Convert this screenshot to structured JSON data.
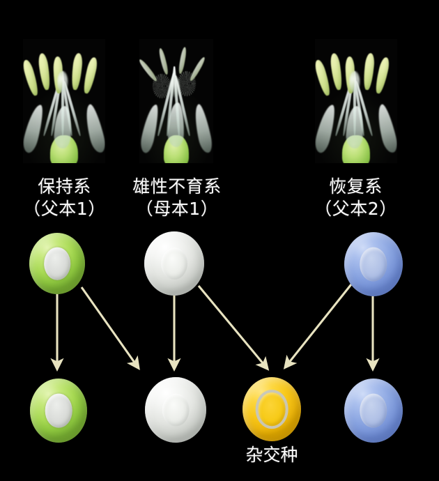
{
  "figure": {
    "background_color": "#000000",
    "arrow_color": "#e8e3c0"
  },
  "photos": [
    {
      "id": "maintainer-flower",
      "alt_name": "maintainer-line-flower-photo",
      "anther_state": "plump fertile anthers"
    },
    {
      "id": "male-sterile-flower",
      "alt_name": "male-sterile-line-flower-photo",
      "anther_state": "shriveled sterile anthers"
    },
    {
      "id": "restorer-flower",
      "alt_name": "restorer-line-flower-photo",
      "anther_state": "plump fertile anthers"
    }
  ],
  "line_labels": [
    {
      "name": "保持系",
      "role": "（父本1）"
    },
    {
      "name": "雄性不育系",
      "role": "（母本1）"
    },
    {
      "name": "恢复系",
      "role": "（父本2）"
    }
  ],
  "parent_seeds": [
    {
      "id": "parent-seed-green",
      "color_name": "green",
      "color": "#a9da55"
    },
    {
      "id": "parent-seed-white",
      "color_name": "white",
      "color": "#e3e5e1"
    },
    {
      "id": "parent-seed-blue",
      "color_name": "blue",
      "color": "#8fa9e3"
    }
  ],
  "progeny_seeds": [
    {
      "id": "progeny-seed-green",
      "color_name": "green",
      "color": "#a9da55",
      "label": ""
    },
    {
      "id": "progeny-seed-white",
      "color_name": "white",
      "color": "#e3e5e1",
      "label": ""
    },
    {
      "id": "progeny-seed-yellow",
      "color_name": "yellow",
      "color": "#f8c81a",
      "label": "杂交种"
    },
    {
      "id": "progeny-seed-blue",
      "color_name": "blue",
      "color": "#8fa9e3",
      "label": ""
    }
  ],
  "hybrid_caption": "杂交种",
  "arrows": [
    {
      "id": "arrow-green-to-green",
      "from": "parent-seed-green",
      "to": "progeny-seed-green",
      "direction": "vertical"
    },
    {
      "id": "arrow-green-to-white",
      "from": "parent-seed-green",
      "to": "progeny-seed-white",
      "direction": "diagonal-right"
    },
    {
      "id": "arrow-white-to-white",
      "from": "parent-seed-white",
      "to": "progeny-seed-white",
      "direction": "vertical"
    },
    {
      "id": "arrow-white-to-hybrid",
      "from": "parent-seed-white",
      "to": "progeny-seed-yellow",
      "direction": "diagonal-right"
    },
    {
      "id": "arrow-blue-to-hybrid",
      "from": "parent-seed-blue",
      "to": "progeny-seed-yellow",
      "direction": "diagonal-left"
    },
    {
      "id": "arrow-blue-to-blue",
      "from": "parent-seed-blue",
      "to": "progeny-seed-blue",
      "direction": "vertical"
    }
  ]
}
